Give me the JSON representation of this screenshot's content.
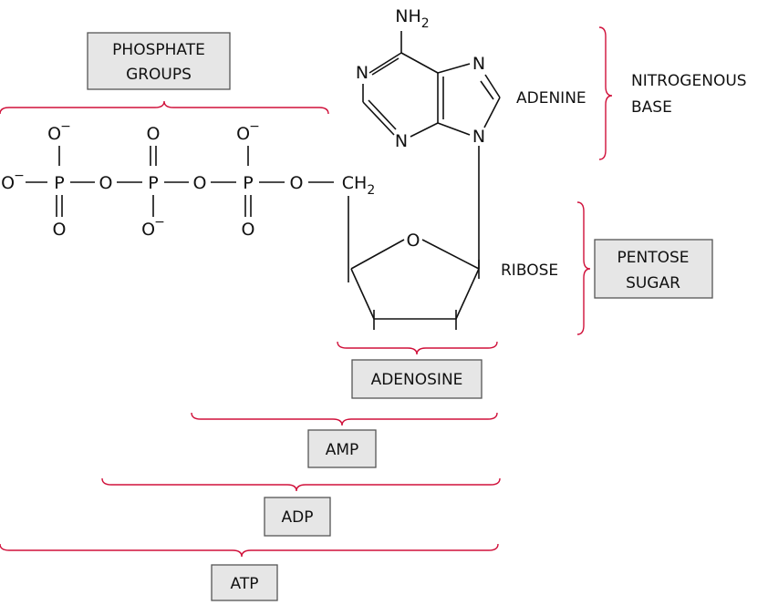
{
  "colors": {
    "brace": "#d0103a",
    "box_fill": "#e6e6e6"
  },
  "atoms": {
    "o": "O",
    "o_minus": "O",
    "minus": "−",
    "p": "P",
    "ch2": "CH",
    "nh2": "NH",
    "sub2": "2",
    "n": "N"
  },
  "labels": {
    "phosphate_groups": [
      "PHOSPHATE",
      "GROUPS"
    ],
    "adenine": "ADENINE",
    "nitrogenous_base": [
      "NITROGENOUS",
      "BASE"
    ],
    "ribose": "RIBOSE",
    "pentose_sugar": [
      "PENTOSE",
      "SUGAR"
    ],
    "adenosine": "ADENOSINE",
    "amp": "AMP",
    "adp": "ADP",
    "atp": "ATP"
  }
}
